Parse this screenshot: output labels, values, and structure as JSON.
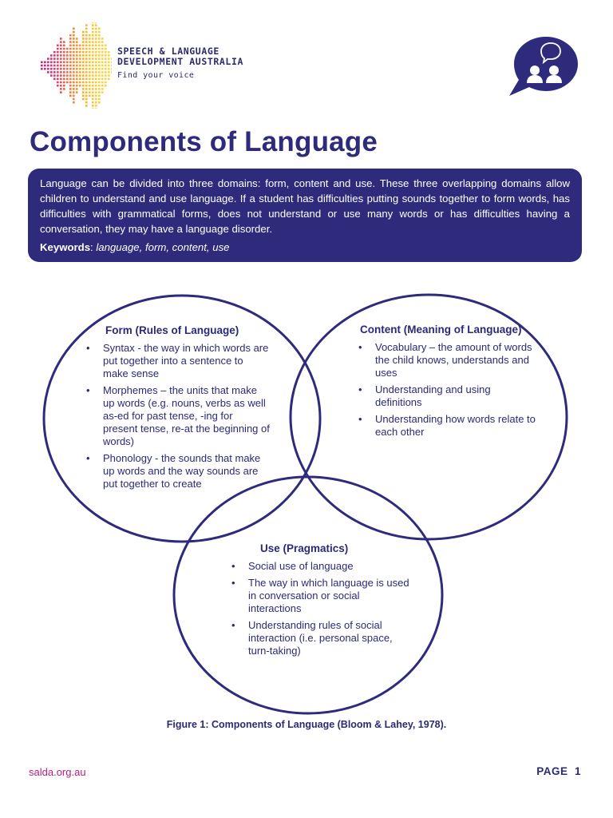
{
  "header": {
    "brand_line1": "SPEECH & LANGUAGE",
    "brand_line2": "DEVELOPMENT AUSTRALIA",
    "tagline": "Find your voice"
  },
  "title": "Components of Language",
  "intro": {
    "text": "Language can be divided into three domains: form, content and use. These three overlapping domains allow children to understand and use language. If a student has difficulties putting sounds together to form words, has difficulties with grammatical forms, does not understand or use many words or has difficulties having a conversation, they may have a language disorder.",
    "keywords_label": "Keywords",
    "keywords_sep": ": ",
    "keywords": "language, form, content, use"
  },
  "venn": {
    "form": {
      "heading": "Form (Rules of Language)",
      "items": [
        "Syntax - the way in which words are put together into a sentence to make sense",
        "Morphemes – the units that make up words (e.g. nouns, verbs as well as-ed for past tense, -ing for present tense, re-at the beginning of words)",
        "Phonology - the sounds that make up words and the way sounds are put together to create"
      ]
    },
    "content": {
      "heading": "Content (Meaning of Language)",
      "items": [
        "Vocabulary – the amount of words the child knows, understands and uses",
        "Understanding and using definitions",
        "Understanding how words relate to each other"
      ]
    },
    "use": {
      "heading": "Use (Pragmatics)",
      "items": [
        "Social use of language",
        "The way in which language is used in conversation or social interactions",
        "Understanding rules of social interaction (i.e. personal space, turn-taking)"
      ]
    }
  },
  "caption": "Figure 1: Components of Language (Bloom & Lahey, 1978).",
  "footer": {
    "website": "salda.org.au",
    "page_label": "PAGE",
    "page_number": "1"
  },
  "colors": {
    "primary": "#2e2a7c",
    "accent": "#b51f7a",
    "text": "#2a2a78"
  }
}
